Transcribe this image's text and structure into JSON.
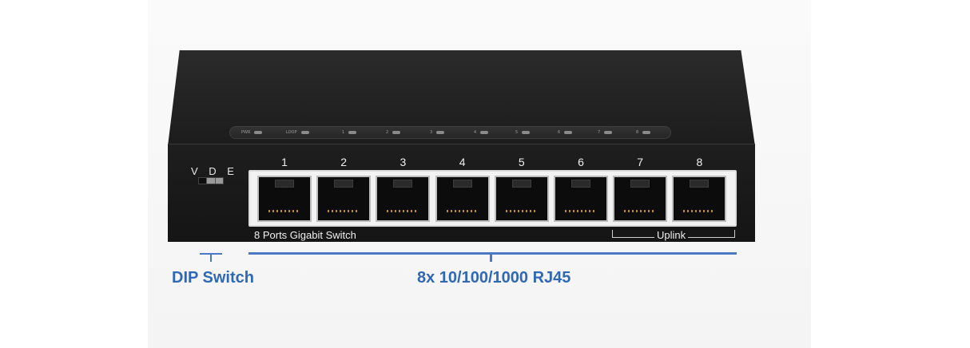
{
  "device": {
    "model_label": "8 Ports Gigabit Switch",
    "uplink_label": "Uplink",
    "dip_label": "V D E",
    "dip_states": [
      false,
      true,
      true
    ],
    "led_labels": [
      "PWR",
      "LOOP",
      "1",
      "2",
      "3",
      "4",
      "5",
      "6",
      "7",
      "8"
    ],
    "ports": [
      "1",
      "2",
      "3",
      "4",
      "5",
      "6",
      "7",
      "8"
    ]
  },
  "callouts": {
    "dip": "DIP Switch",
    "ports": "8x 10/100/1000 RJ45"
  },
  "colors": {
    "callout": "#2f68b4",
    "chassis": "#1c1c1c"
  }
}
